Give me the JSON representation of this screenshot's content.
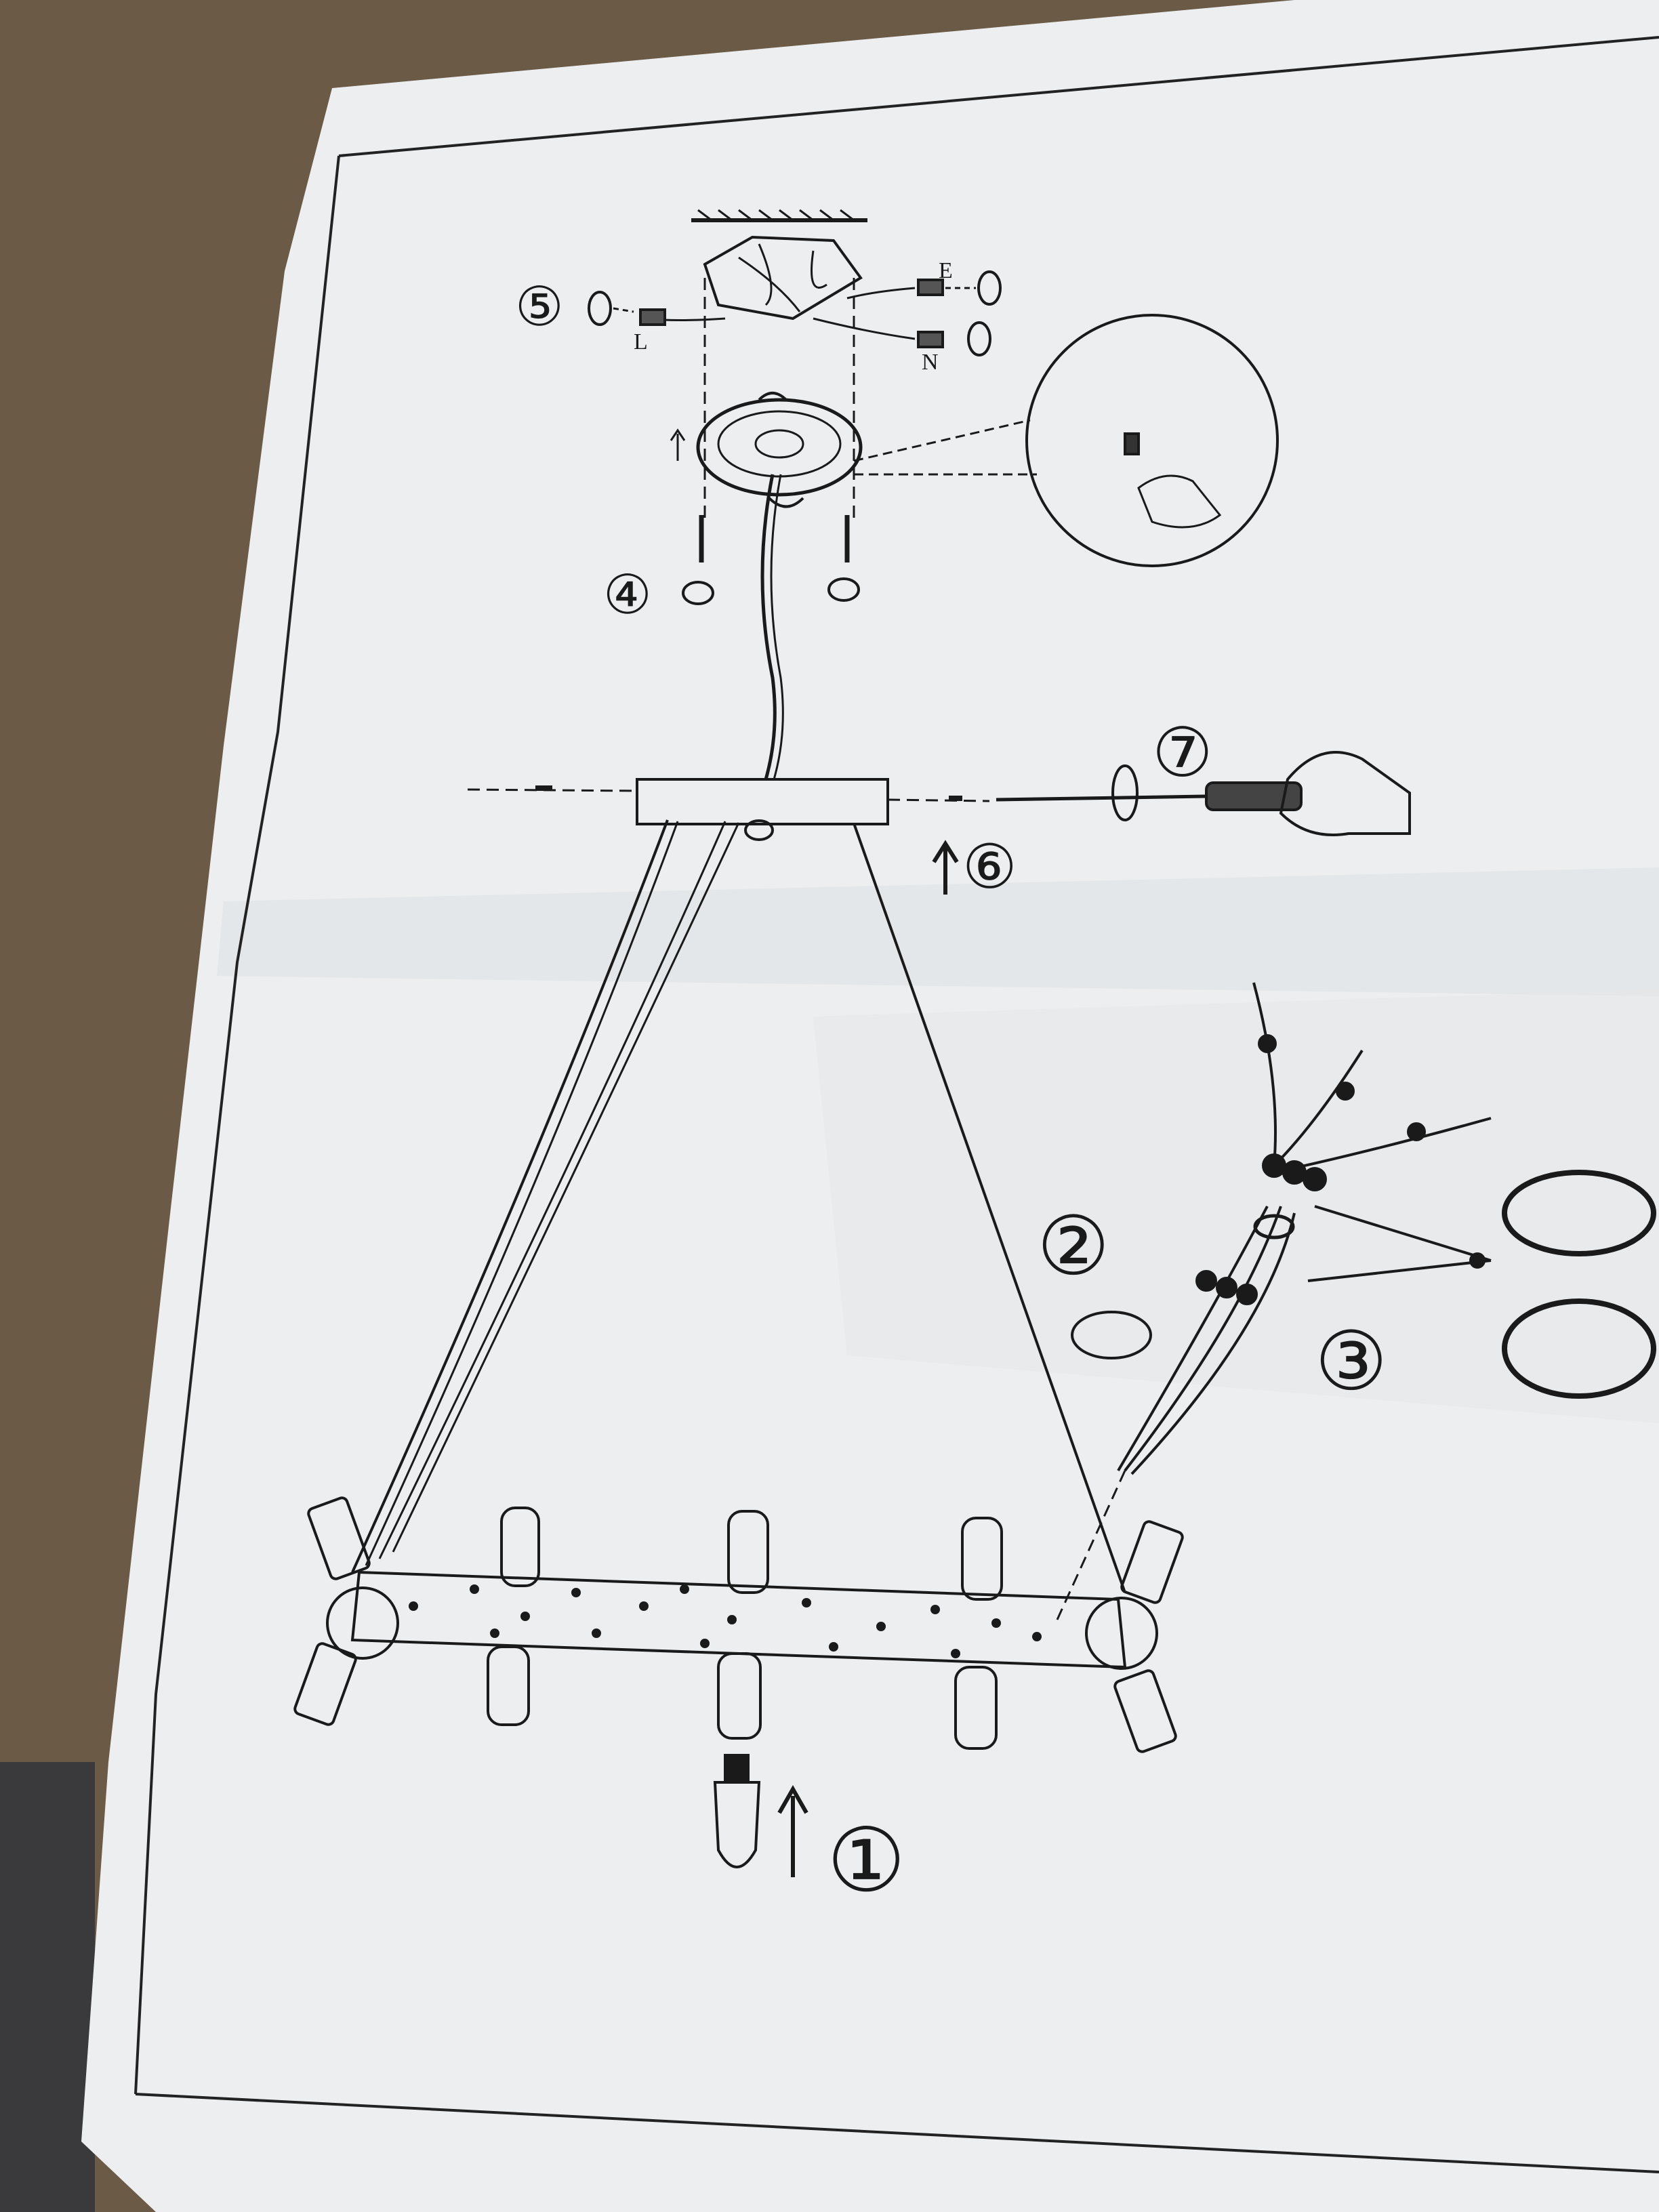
{
  "page": {
    "colors": {
      "background": "#6b5a45",
      "paper": "#eef0f1",
      "ink": "#1a1a1a"
    }
  },
  "diagram": {
    "wire_labels": {
      "live": "L",
      "earth": "E",
      "neutral": "N"
    },
    "steps": [
      {
        "number": "1",
        "text": "①"
      },
      {
        "number": "2",
        "text": "②"
      },
      {
        "number": "3",
        "text": "③"
      },
      {
        "number": "4",
        "text": "④"
      },
      {
        "number": "5",
        "text": "⑤"
      },
      {
        "number": "6",
        "text": "⑥"
      },
      {
        "number": "7",
        "text": "⑦"
      }
    ],
    "icons": [
      "ceiling-hatch-icon",
      "junction-box-icon",
      "canopy-plate-icon",
      "magnified-detail-icon",
      "screwdriver-hand-icon",
      "scissors-icon",
      "light-bulb-icon",
      "up-arrow-icon",
      "rotate-icon"
    ]
  }
}
